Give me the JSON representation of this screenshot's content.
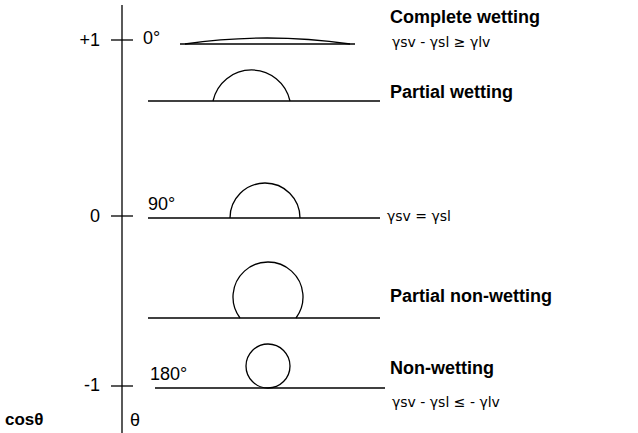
{
  "diagram": {
    "labels": [
      "Complete wetting",
      "γsv - γsl ≥ γlv",
      "+1",
      "0°",
      "Partial wetting",
      "0",
      "90°",
      "γsv = γsl",
      "Partial non-wetting",
      "-1",
      "180°",
      "Non-wetting",
      "γsv - γsl ≤ - γlv",
      "cosθ",
      "θ"
    ]
  }
}
